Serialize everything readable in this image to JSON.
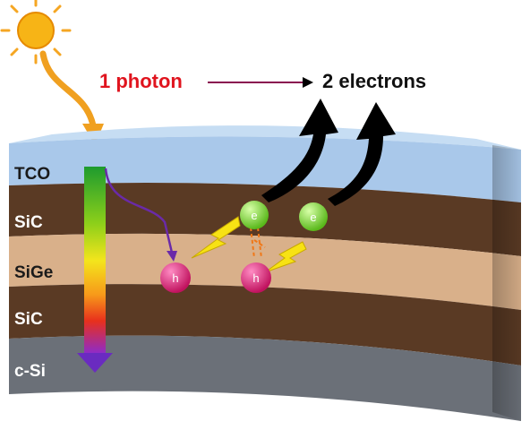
{
  "headline": {
    "input_label": "1 photon",
    "output_label": "2 electrons",
    "input_color": "#e0141e",
    "arrow_color": "#8a1050"
  },
  "layers": [
    {
      "label": "TCO",
      "color": "#a9c8ea"
    },
    {
      "label": "SiC",
      "color": "#5a3a24"
    },
    {
      "label": "SiGe",
      "color": "#d9b08a"
    },
    {
      "label": "SiC",
      "color": "#5a3a24"
    },
    {
      "label": "c-Si",
      "color": "#6b7078"
    }
  ],
  "carriers": {
    "electron_symbol": "e",
    "hole_symbol": "h",
    "electron_color": "#7fdc2c",
    "hole_color": "#d81b72"
  },
  "icons": [
    "sun-icon",
    "lightning-bolt-icon",
    "curved-arrow-icon"
  ]
}
